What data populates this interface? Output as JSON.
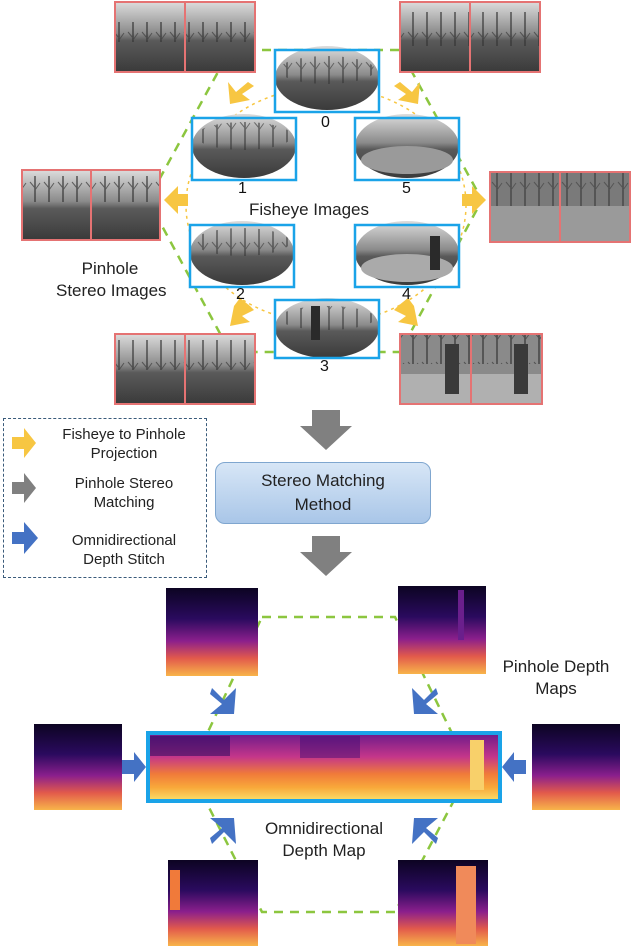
{
  "fisheye_numbers": [
    "0",
    "1",
    "2",
    "3",
    "4",
    "5"
  ],
  "labels": {
    "fisheye_images": "Fisheye Images",
    "pinhole_stereo_images": [
      "Pinhole",
      "Stereo Images"
    ],
    "pinhole_depth_maps": [
      "Pinhole Depth",
      "Maps"
    ],
    "omni_depth_map": [
      "Omnidirectional",
      "Depth Map"
    ]
  },
  "method_box": [
    "Stereo Matching",
    "Method"
  ],
  "legend": {
    "items": [
      {
        "lines": [
          "Fisheye to Pinhole",
          "Projection"
        ],
        "color": "#f7c642"
      },
      {
        "lines": [
          "Pinhole Stereo",
          "Matching"
        ],
        "color": "#808080"
      },
      {
        "lines": [
          "Omnidirectional",
          "Depth Stitch"
        ],
        "color": "#4472c4"
      }
    ]
  },
  "colors": {
    "fisheye_border": "#1aa3e8",
    "pinhole_border": "#e57373",
    "hex_dash": "#8cc63f",
    "yellow_arrow": "#f7c642",
    "gray_arrow": "#808080",
    "blue_arrow": "#4472c4"
  }
}
